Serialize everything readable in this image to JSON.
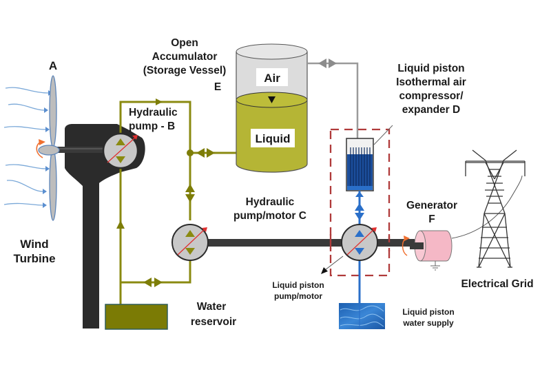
{
  "diagram": {
    "title": "Wind turbine with hydraulic drive and open accumulator compressed air energy storage",
    "colors": {
      "hydraulic_line": "#8a8a10",
      "air_line": "#999999",
      "liquid_piston_line": "#2a6fc9",
      "tower": "#2b2b2b",
      "accumulator_liquid": "#b5b535",
      "accumulator_air": "#dcdcdc",
      "water_reservoir": "#7b7b05",
      "dashed_box": "#b03a3a",
      "generator": "#f5b8c6",
      "rotation_arrow": "#f07030",
      "wind_arrow": "#7aa8d8"
    },
    "labels": {
      "turbine_letter": "A",
      "wind_turbine_line1": "Wind",
      "wind_turbine_line2": "Turbine",
      "pump_b_line1": "Hydraulic",
      "pump_b_line2": "pump - B",
      "accumulator_line1": "Open",
      "accumulator_line2": "Accumulator",
      "accumulator_line3": "(Storage Vessel)",
      "accumulator_letter": "E",
      "air": "Air",
      "liquid": "Liquid",
      "compressor_line1": "Liquid piston",
      "compressor_line2": "Isothermal air",
      "compressor_line3": "compressor/",
      "compressor_line4": "expander D",
      "pump_c_line1": "Hydraulic",
      "pump_c_line2": "pump/motor C",
      "generator_line1": "Generator",
      "generator_line2": "F",
      "grid": "Electrical Grid",
      "reservoir_line1": "Water",
      "reservoir_line2": "reservoir",
      "lp_pump_line1": "Liquid piston",
      "lp_pump_line2": "pump/motor",
      "lp_supply_line1": "Liquid piston",
      "lp_supply_line2": "water supply"
    }
  }
}
